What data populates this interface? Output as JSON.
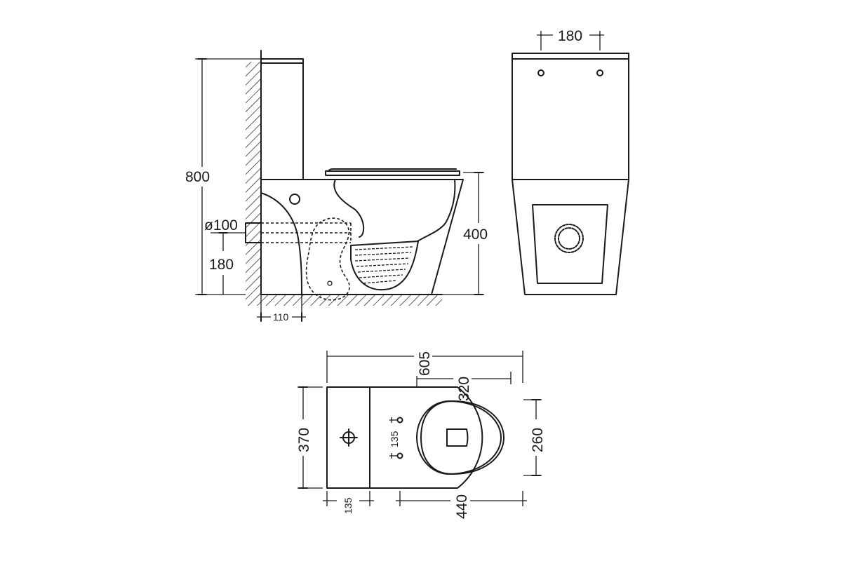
{
  "dimensions": {
    "total_height": "800",
    "bowl_height": "400",
    "outlet_diameter": "ø100",
    "outlet_height": "180",
    "outlet_wall_offset": "110",
    "tank_width": "180",
    "total_length": "605",
    "seat_center_offset": "320",
    "total_width": "370",
    "seat_width": "260",
    "hole_spacing": "135",
    "tank_depth": "135",
    "bowl_length": "440"
  },
  "colors": {
    "line": "#1a1a1a",
    "background": "#ffffff"
  }
}
